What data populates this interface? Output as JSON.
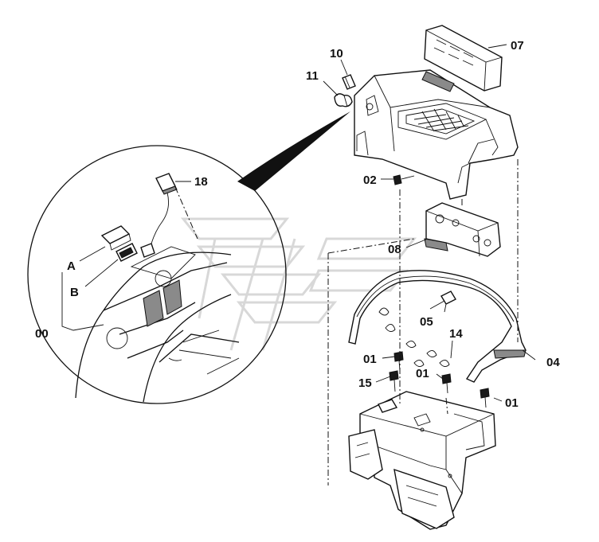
{
  "diagram": {
    "callouts": {
      "p00": "00",
      "p01a": "01",
      "p01b": "01",
      "p01c": "01",
      "p02": "02",
      "p04": "04",
      "p05": "05",
      "p07": "07",
      "p08": "08",
      "p10": "10",
      "p11": "11",
      "p14": "14",
      "p15": "15",
      "p18": "18",
      "pA": "A",
      "pB": "B"
    }
  }
}
